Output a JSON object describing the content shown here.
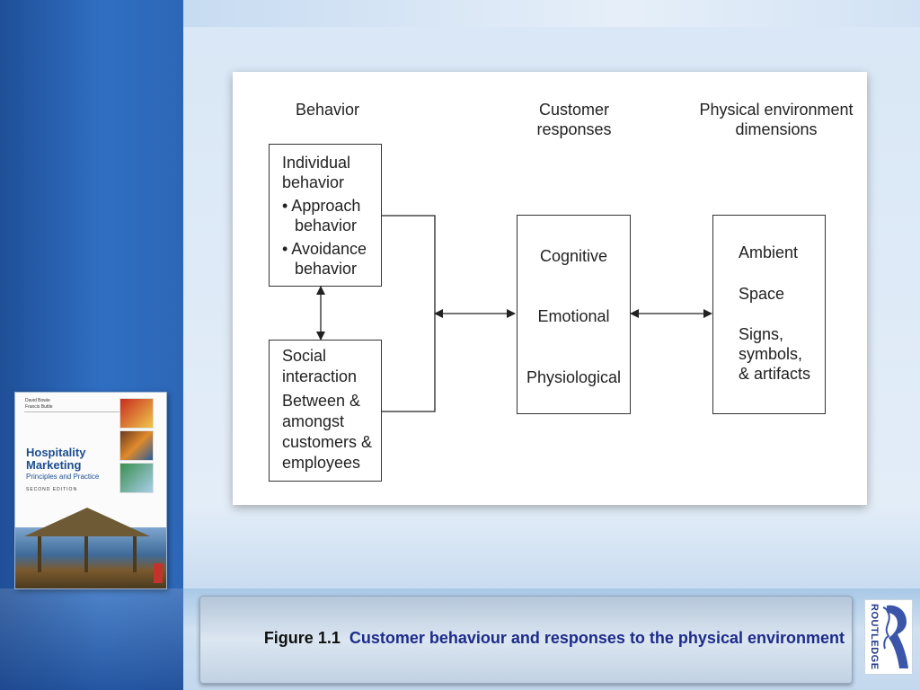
{
  "book": {
    "authors": [
      "David Bowie",
      "Francis Buttle"
    ],
    "title_line1": "Hospitality",
    "title_line2": "Marketing",
    "subtitle": "Principles and Practice",
    "edition": "SECOND EDITION"
  },
  "diagram": {
    "headers": {
      "behavior": "Behavior",
      "responses_l1": "Customer",
      "responses_l2": "responses",
      "environment_l1": "Physical environment",
      "environment_l2": "dimensions"
    },
    "individual_box": {
      "line1": "Individual",
      "line2": "behavior",
      "bullet1_l1": "• Approach",
      "bullet1_l2": "behavior",
      "bullet2_l1": "• Avoidance",
      "bullet2_l2": "behavior"
    },
    "social_box": {
      "line1": "Social",
      "line2": "interaction",
      "line3": "Between &",
      "line4": "amongst",
      "line5": "customers &",
      "line6": "employees"
    },
    "responses_box": {
      "item1": "Cognitive",
      "item2": "Emotional",
      "item3": "Physiological"
    },
    "environment_box": {
      "item1": "Ambient",
      "item2": "Space",
      "item3_l1": "Signs,",
      "item3_l2": "symbols,",
      "item3_l3": "& artifacts"
    }
  },
  "caption": {
    "label": "Figure 1.1",
    "title": "Customer behaviour and responses to the physical environment"
  },
  "logo": {
    "text": "ROUTLEDGE"
  }
}
